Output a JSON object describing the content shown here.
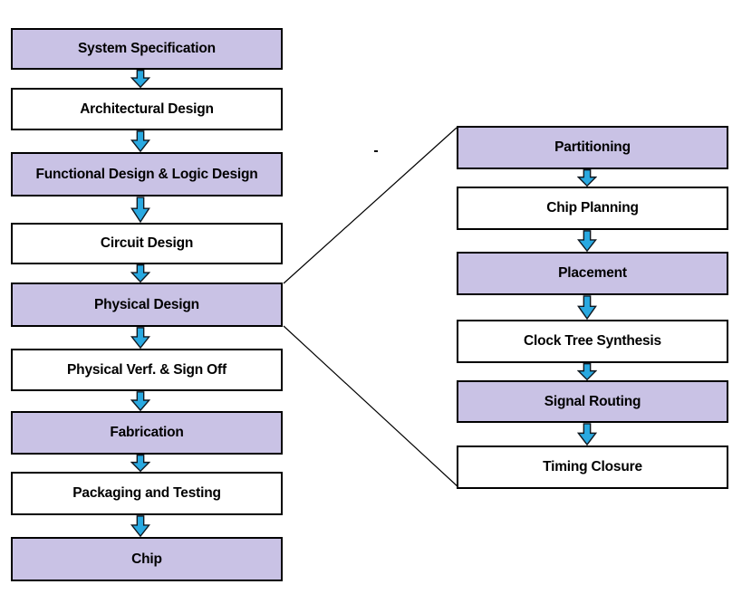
{
  "colors": {
    "box_purple": "#C9C2E5",
    "box_white": "#FFFFFF",
    "box_border": "#000000",
    "arrow_fill": "#29A9E1",
    "arrow_stroke": "#101820",
    "connector_line": "#000000",
    "text": "#000000"
  },
  "left_flow": {
    "boxes": [
      {
        "label": "System Specification",
        "fill": "purple"
      },
      {
        "label": "Architectural Design",
        "fill": "white"
      },
      {
        "label": "Functional Design & Logic Design",
        "fill": "purple"
      },
      {
        "label": "Circuit Design",
        "fill": "white"
      },
      {
        "label": "Physical Design",
        "fill": "purple"
      },
      {
        "label": "Physical Verf. & Sign Off",
        "fill": "white"
      },
      {
        "label": "Fabrication",
        "fill": "purple"
      },
      {
        "label": "Packaging and Testing",
        "fill": "white"
      },
      {
        "label": "Chip",
        "fill": "purple"
      }
    ]
  },
  "right_flow": {
    "boxes": [
      {
        "label": "Partitioning",
        "fill": "purple"
      },
      {
        "label": "Chip Planning",
        "fill": "white"
      },
      {
        "label": "Placement",
        "fill": "purple"
      },
      {
        "label": "Clock Tree Synthesis",
        "fill": "white"
      },
      {
        "label": "Signal Routing",
        "fill": "purple"
      },
      {
        "label": "Timing Closure",
        "fill": "white"
      }
    ]
  },
  "connections": {
    "expanded_step": "Physical Design",
    "detail_first_step": "Partitioning",
    "detail_last_step": "Timing Closure"
  }
}
